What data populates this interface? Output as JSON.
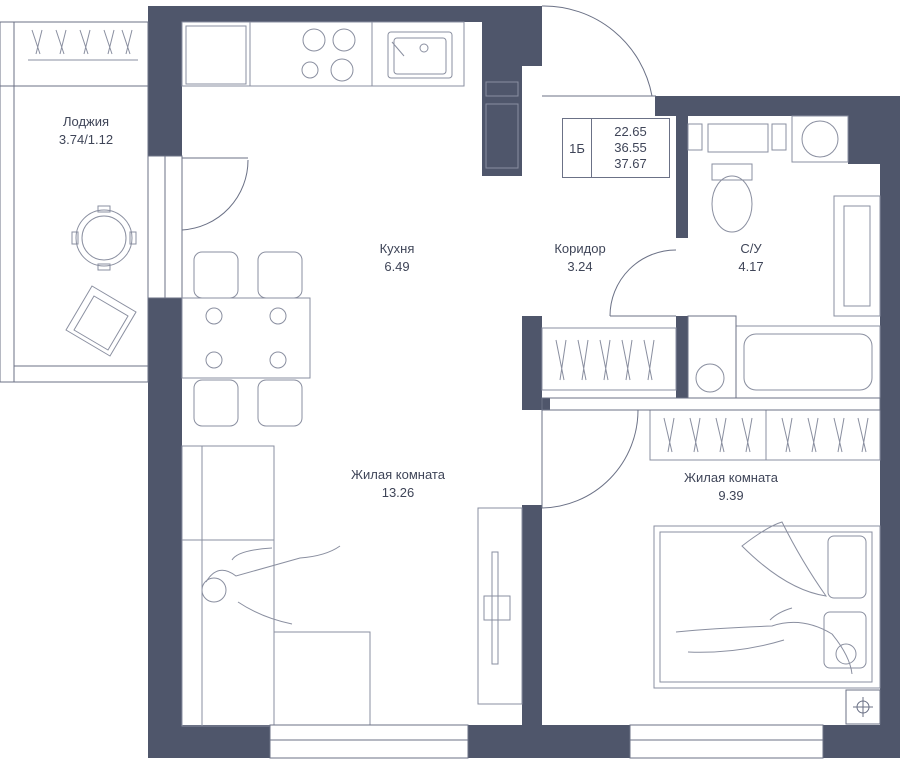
{
  "unit": {
    "code": "1Б",
    "areas": [
      "22.65",
      "36.55",
      "37.67"
    ]
  },
  "rooms": {
    "loggia": {
      "name": "Лоджия",
      "area": "3.74/1.12"
    },
    "kitchen": {
      "name": "Кухня",
      "area": "6.49"
    },
    "corridor": {
      "name": "Коридор",
      "area": "3.24"
    },
    "bathroom": {
      "name": "С/У",
      "area": "4.17"
    },
    "living": {
      "name": "Жилая комната",
      "area": "13.26"
    },
    "bedroom": {
      "name": "Жилая комната",
      "area": "9.39"
    }
  },
  "colors": {
    "wall": "#4f566b",
    "line": "#6b7186",
    "text": "#3f4558"
  }
}
